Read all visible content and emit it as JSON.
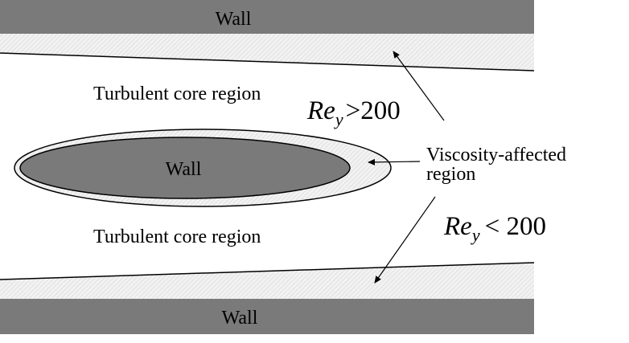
{
  "labels": {
    "top_wall": "Wall",
    "bottom_wall": "Wall",
    "inner_wall": "Wall",
    "core_upper": "Turbulent core region",
    "core_lower": "Turbulent core region",
    "viscosity_line1": "Viscosity-affected",
    "viscosity_line2": "region",
    "re_upper": {
      "base": "Re",
      "sub": "y",
      "rel": ">200"
    },
    "re_lower": {
      "base": "Re",
      "sub": "y",
      "rel": "< 200"
    }
  },
  "colors": {
    "wall_fill": "#7a7a7a",
    "viscous_layer": "#ececec",
    "hatch": "#cfcfcf",
    "background": "#ffffff",
    "line": "#000000"
  }
}
